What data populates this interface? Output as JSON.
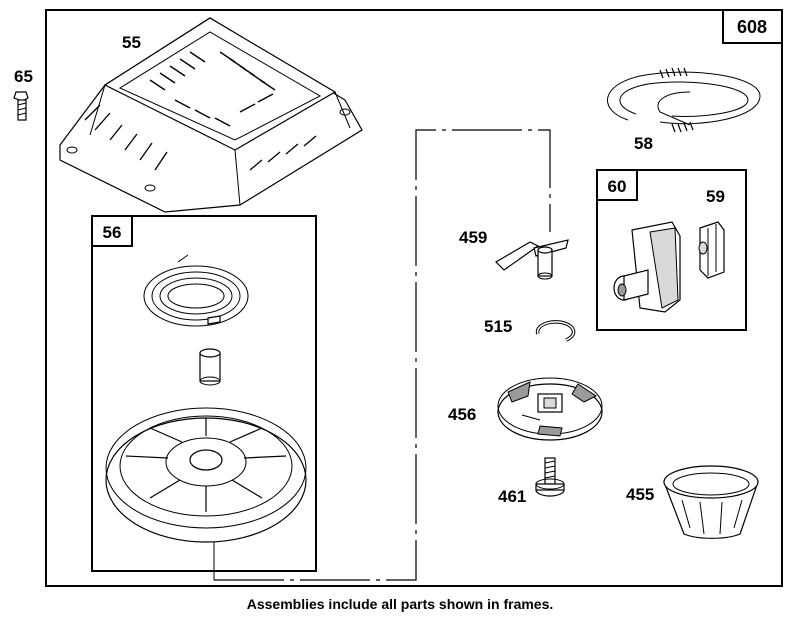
{
  "assembly_number": "608",
  "frame_labels": {
    "frame_56": "56",
    "frame_60": "60"
  },
  "parts": {
    "p55": "55",
    "p65": "65",
    "p56": "56",
    "p58": "58",
    "p60": "60",
    "p59": "59",
    "p459": "459",
    "p515": "515",
    "p456": "456",
    "p461": "461",
    "p455": "455"
  },
  "caption": "Assemblies include all parts shown in frames."
}
